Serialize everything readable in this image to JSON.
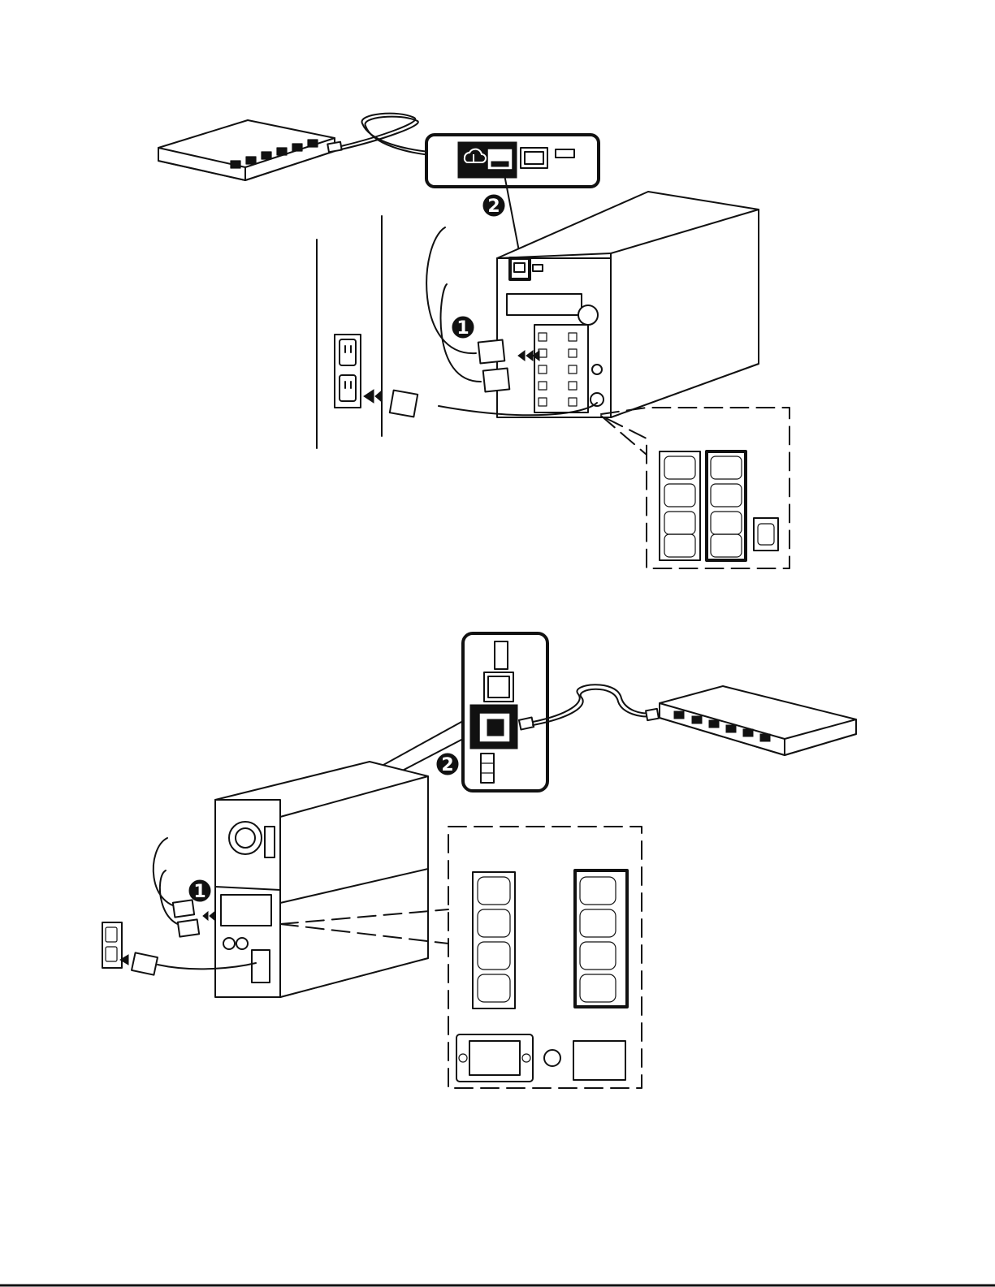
{
  "figure_top": {
    "step_1": "1",
    "step_2": "2"
  },
  "figure_bottom": {
    "step_1": "1",
    "step_2": "2"
  },
  "colors": {
    "ink": "#111111",
    "paper": "#ffffff"
  }
}
